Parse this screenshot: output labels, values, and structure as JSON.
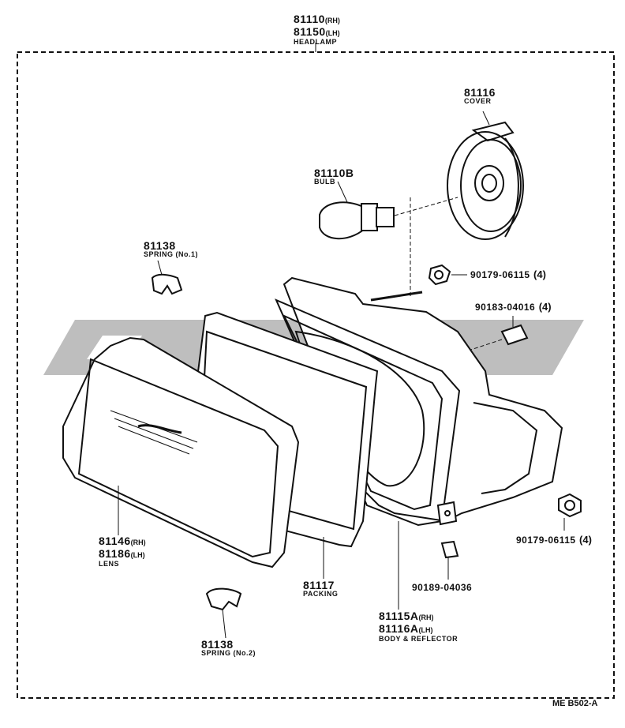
{
  "headlamp": {
    "pn_rh": "81110",
    "suffix_rh": "(RH)",
    "pn_lh": "81150",
    "suffix_lh": "(LH)",
    "name": "HEADLAMP"
  },
  "cover": {
    "pn": "81116",
    "name": "COVER"
  },
  "bulb": {
    "pn": "81110B",
    "name": "BULB"
  },
  "spring1": {
    "pn": "81138",
    "name": "SPRING (No.1)"
  },
  "nut_top": {
    "pn": "90179-06115",
    "qty": "(4)"
  },
  "clip_top": {
    "pn": "90183-04016",
    "qty": "(4)"
  },
  "lens": {
    "pn_rh": "81146",
    "suffix_rh": "(RH)",
    "pn_lh": "81186",
    "suffix_lh": "(LH)",
    "name": "LENS"
  },
  "packing": {
    "pn": "81117",
    "name": "PACKING"
  },
  "body": {
    "pn_rh": "81115A",
    "suffix_rh": "(RH)",
    "pn_lh": "81116A",
    "suffix_lh": "(LH)",
    "name": "BODY & REFLECTOR"
  },
  "nut_right": {
    "pn": "90179-06115",
    "qty": "(4)"
  },
  "clip_bottom": {
    "pn": "90189-04036"
  },
  "spring2": {
    "pn": "81138",
    "name": "SPRING (No.2)"
  },
  "diagram_code": "ME B502-A",
  "colors": {
    "line": "#111111",
    "watermark": "#b9b9b9",
    "background": "#ffffff"
  }
}
